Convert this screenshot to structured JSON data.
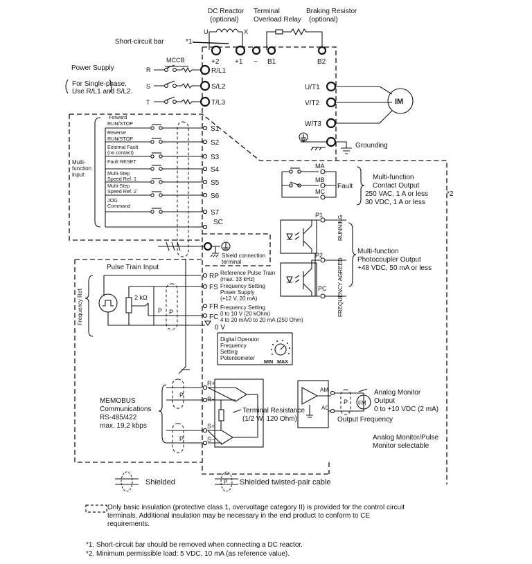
{
  "top_labels": {
    "dc_reactor": [
      "DC Reactor",
      "(optional)"
    ],
    "overload_relay": [
      "Terminal",
      "Overload Relay"
    ],
    "braking_resistor": [
      "Braking Resistor",
      "(optional)"
    ],
    "short_circuit_bar": "Short-circuit bar",
    "short_circuit_note": "*1",
    "reactor_u": "U",
    "reactor_x": "X"
  },
  "dc_terminals": [
    "+2",
    "+1",
    "−",
    "B1",
    "B2"
  ],
  "power_supply": {
    "title": "Power Supply",
    "note": [
      "For Single-phase.",
      "Use R/L1 and S/L2."
    ],
    "breaker": "MCCB",
    "phases": [
      "R",
      "S",
      "T"
    ],
    "terminals": [
      "R/L1",
      "S/L2",
      "T/L3"
    ]
  },
  "output": {
    "terminals": [
      "U/T1",
      "V/T2",
      "W/T3"
    ],
    "motor": "IM",
    "grounding": "Grounding"
  },
  "inputs": {
    "group_label": [
      "Multi-",
      "function",
      "input"
    ],
    "items": [
      {
        "label": [
          "Forward",
          "RUN/STOP"
        ],
        "terminal": "S1"
      },
      {
        "label": [
          "Reverse",
          "RUN/STOP"
        ],
        "terminal": "S2"
      },
      {
        "label": [
          "External Fault",
          "(no contact)"
        ],
        "terminal": "S3"
      },
      {
        "label": [
          "Fault RESET"
        ],
        "terminal": "S4"
      },
      {
        "label": [
          "Multi-Step",
          "Speed Ref. 1"
        ],
        "terminal": "S5"
      },
      {
        "label": [
          "Multi-Step",
          "Speed Ref. 2"
        ],
        "terminal": "S6"
      },
      {
        "label": [
          "JOG",
          "Command"
        ],
        "terminal": "S7"
      }
    ],
    "common": "SC"
  },
  "shield": {
    "label": [
      "Shield connection",
      "terminal"
    ]
  },
  "fault_output": {
    "terminals": [
      "MA",
      "MB",
      "MC"
    ],
    "fault_label": "Fault",
    "desc": [
      "Multi-function",
      "Contact Output",
      "250 VAC, 1 A or less",
      "30 VDC, 1 A or less"
    ],
    "note": "*2"
  },
  "photocoupler": {
    "terminals": [
      "P1",
      "P2",
      "PC"
    ],
    "desc": [
      "Multi-function",
      "Photocoupler Output",
      "+48 VDC, 50 mA or less"
    ],
    "vertical_running": "RUNNING",
    "vertical_agreed": "FREQUENCY AGREED"
  },
  "frequency_ref": {
    "pulse_train_input": "Pulse Train Input",
    "side_label": "Frequency Ref.",
    "resistor": "2 kΩ",
    "p_mark": "P",
    "terminals": [
      {
        "name": "RP",
        "desc": [
          "Reference Pulse Train",
          "(max. 33 kHz)"
        ]
      },
      {
        "name": "FS",
        "desc": [
          "Frequency Setting",
          "Power Supply",
          "(+12 V, 20 mA)"
        ]
      },
      {
        "name": "FR",
        "desc": [
          "Frequency Setting",
          "0 to 10 V (20 kOhm)"
        ]
      },
      {
        "name": "FC",
        "desc": [
          "4 to 20 mA/0 to 20 mA (250 Ohm)"
        ]
      },
      {
        "name": "0 V",
        "desc": []
      }
    ]
  },
  "digital_operator": {
    "label": [
      "Digital Operator",
      "Frequency",
      "Setting",
      "Potentiometer"
    ],
    "min": "MIN",
    "max": "MAX"
  },
  "memobus": {
    "label": [
      "MEMOBUS",
      "Communications",
      "RS-485/422",
      "max. 19,2 kbps"
    ],
    "terminals": [
      "R+",
      "R−",
      "S+",
      "S−"
    ],
    "termination": [
      "Terminal Resistance",
      "(1/2 W, 120 Ohm)"
    ]
  },
  "analog": {
    "terminals": [
      "AM",
      "AC"
    ],
    "meter": "FM",
    "desc": [
      "Analog Monitor",
      "Output",
      "0 to +10 VDC (2 mA)"
    ],
    "output_frequency": "Output Frequency",
    "selectable": [
      "Analog Monitor/Pulse",
      "Monitor selectable"
    ]
  },
  "legend": {
    "shielded": "Shielded",
    "twisted": "Shielded twisted-pair cable",
    "insulation_note": [
      "Only basic insulation (protective class 1, overvoltage category II) is provided for the control circuit",
      "terminals. Additional insulation may be necessary in the end product to conform to CE",
      "requirements."
    ]
  },
  "footnotes": [
    "*1. Short-circuit bar should be removed when connecting a DC reactor.",
    "*2. Minimum permissible load: 5 VDC, 10 mA (as reference value)."
  ]
}
